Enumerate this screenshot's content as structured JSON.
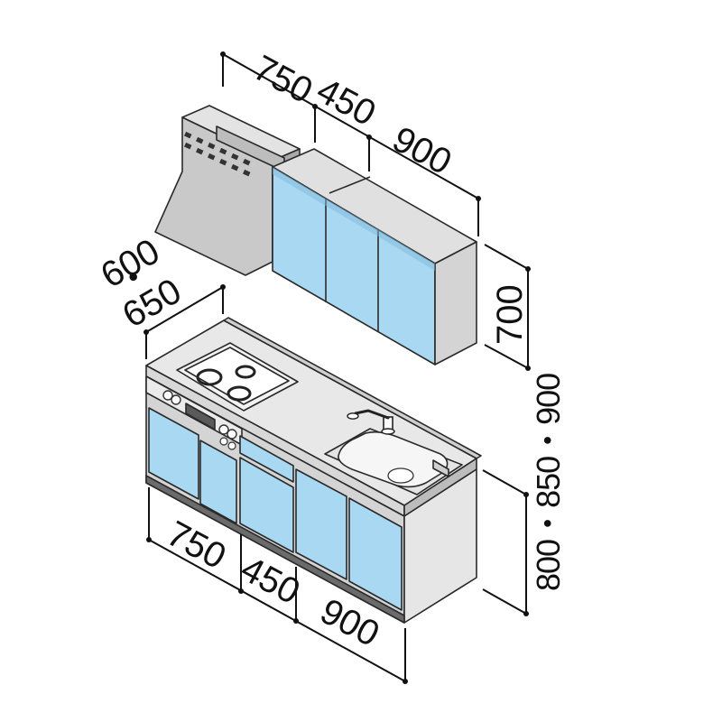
{
  "dimensions": {
    "upper_widths": [
      "750",
      "450",
      "900"
    ],
    "upper_height": "700",
    "depth_line1": "600",
    "depth_dot": "・",
    "depth_line2": "650",
    "lower_widths": [
      "750",
      "450",
      "900"
    ],
    "counter_height": "800・850・900"
  },
  "colors": {
    "door_blue": "#a9d8f2",
    "panel_gray": "#d4d4d4",
    "dark_gray": "#b7b7b7",
    "light_gray": "#ececec",
    "ink": "#111111"
  }
}
